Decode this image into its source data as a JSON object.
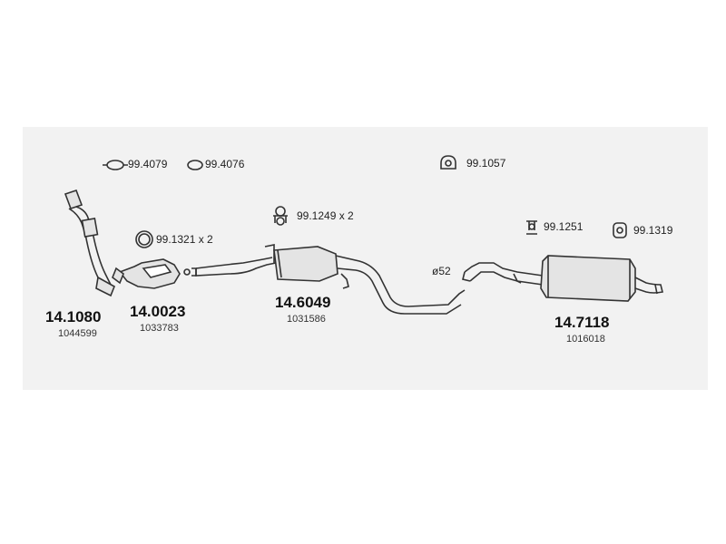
{
  "accessories": {
    "clamp_a": "99.4079",
    "clamp_b": "99.4076",
    "clamp_c": "99.1057",
    "ring": "99.1321 x 2",
    "hanger_a": "99.1249 x 2",
    "hanger_b": "99.1251",
    "hanger_c": "99.1319"
  },
  "parts": {
    "front_pipe": {
      "part_no": "14.1080",
      "oe_no": "1044599"
    },
    "catalyst": {
      "part_no": "14.0023",
      "oe_no": "1033783"
    },
    "middle_silencer": {
      "part_no": "14.6049",
      "oe_no": "1031586"
    },
    "rear_silencer": {
      "part_no": "14.7118",
      "oe_no": "1016018"
    }
  },
  "diameter_note": "ø52",
  "colors": {
    "shade_bg": "#f2f2f2",
    "stroke": "#333333",
    "fill_part": "#e4e4e4"
  }
}
